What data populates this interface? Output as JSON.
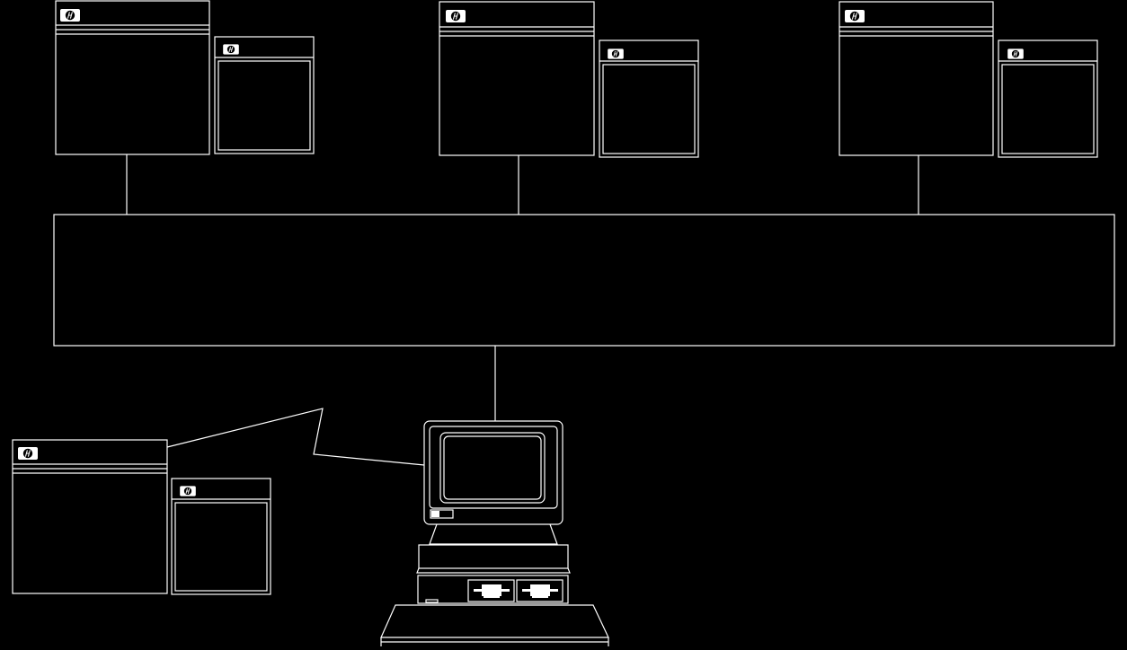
{
  "diagram": {
    "colors": {
      "background": "#000000",
      "stroke": "#ffffff"
    },
    "nodes": [
      {
        "id": "system-1",
        "type": "hp-rack",
        "logo": "hp-logo-icon"
      },
      {
        "id": "system-2",
        "type": "hp-rack",
        "logo": "hp-logo-icon"
      },
      {
        "id": "system-3",
        "type": "hp-rack",
        "logo": "hp-logo-icon"
      },
      {
        "id": "network-bus",
        "type": "bus"
      },
      {
        "id": "workstation",
        "type": "terminal"
      },
      {
        "id": "remote-system",
        "type": "hp-rack",
        "logo": "hp-logo-icon",
        "link": "remote-link"
      }
    ],
    "connections": [
      {
        "from": "system-1",
        "to": "network-bus"
      },
      {
        "from": "system-2",
        "to": "network-bus"
      },
      {
        "from": "system-3",
        "to": "network-bus"
      },
      {
        "from": "network-bus",
        "to": "workstation"
      },
      {
        "from": "workstation",
        "to": "remote-system",
        "style": "zigzag"
      }
    ]
  }
}
